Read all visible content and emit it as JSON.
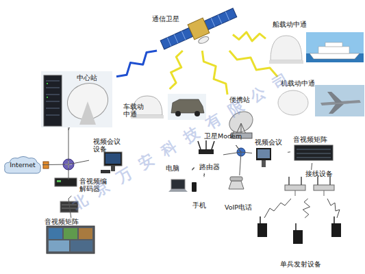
{
  "diagram": {
    "nodes": [
      {
        "text": [
          "通信卫星"
        ]
      },
      {
        "text": [
          "船载动中通"
        ]
      },
      {
        "text": [
          "中心站"
        ]
      },
      {
        "text": [
          "车载动中通"
        ]
      },
      {
        "text": [
          "便携站"
        ]
      },
      {
        "text": [
          "机载动中通"
        ]
      },
      {
        "text": [
          "Internet"
        ]
      },
      {
        "text": [
          "视频会议设备"
        ]
      },
      {
        "text": [
          "音视频编解码器"
        ]
      },
      {
        "text": [
          "音视频矩阵"
        ]
      },
      {
        "text": [
          "卫星Modem"
        ]
      },
      {
        "text": [
          "视频会议"
        ]
      },
      {
        "text": [
          "音视频矩阵"
        ]
      },
      {
        "text": [
          "电脑"
        ]
      },
      {
        "text": [
          "路由器"
        ]
      },
      {
        "text": [
          "接线设备"
        ]
      },
      {
        "text": [
          "手机"
        ]
      },
      {
        "text": [
          "VoIP电话"
        ]
      },
      {
        "text": [
          "单兵发射设备"
        ]
      }
    ],
    "edges": [
      {
        "from": 0,
        "to": 2,
        "arrow": "none"
      },
      {
        "from": 0,
        "to": 3,
        "arrow": "none"
      },
      {
        "from": 0,
        "to": 4,
        "arrow": "none"
      },
      {
        "from": 0,
        "to": 1,
        "arrow": "none"
      },
      {
        "from": 0,
        "to": 5,
        "arrow": "none"
      },
      {
        "from": 6,
        "to": 7,
        "arrow": "none"
      },
      {
        "from": 2,
        "to": 8,
        "arrow": "none"
      },
      {
        "from": 8,
        "to": 9,
        "arrow": "none"
      },
      {
        "from": 4,
        "to": 10,
        "arrow": "none"
      },
      {
        "from": 10,
        "to": 14,
        "arrow": "none"
      },
      {
        "from": 10,
        "to": 17,
        "arrow": "none"
      },
      {
        "from": 10,
        "to": 11,
        "arrow": "none"
      },
      {
        "from": 14,
        "to": 13,
        "arrow": "none"
      },
      {
        "from": 14,
        "to": 16,
        "arrow": "none"
      },
      {
        "from": 11,
        "to": 12,
        "arrow": "none"
      },
      {
        "from": 12,
        "to": 15,
        "arrow": "none"
      },
      {
        "from": 15,
        "to": 18,
        "arrow": "none"
      }
    ],
    "labels": [
      "北京万安科技有限公司"
    ]
  }
}
